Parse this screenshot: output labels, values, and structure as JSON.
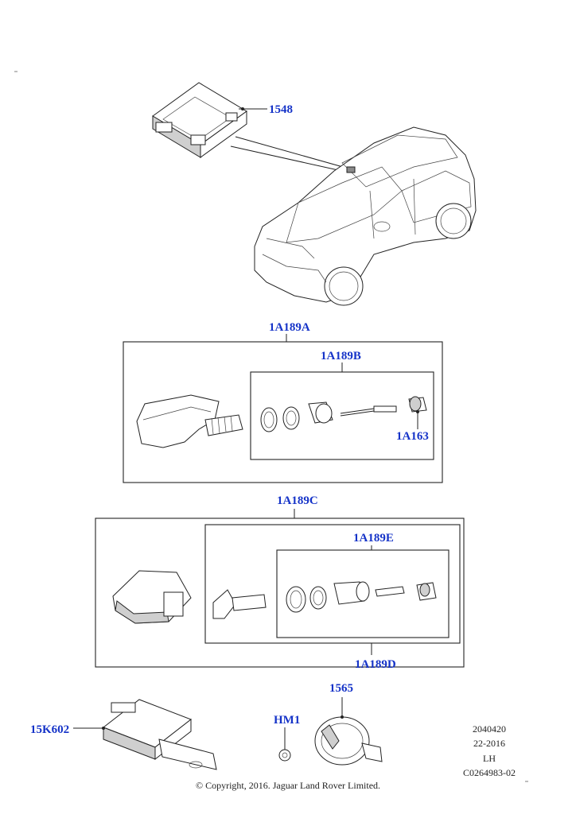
{
  "callouts": {
    "c1548": "1548",
    "c1A189A": "1A189A",
    "c1A189B": "1A189B",
    "c1A163": "1A163",
    "c1A189C": "1A189C",
    "c1A189E": "1A189E",
    "c1A189D": "1A189D",
    "c1565": "1565",
    "cHM1": "HM1",
    "c15K602": "15K602"
  },
  "meta": {
    "code": "2040420",
    "date": "22-2016",
    "side": "LH",
    "ref": "C0264983-02"
  },
  "copyright": "© Copyright, 2016. Jaguar Land Rover Limited.",
  "colors": {
    "callout": "#1533c8",
    "line": "#222222"
  }
}
